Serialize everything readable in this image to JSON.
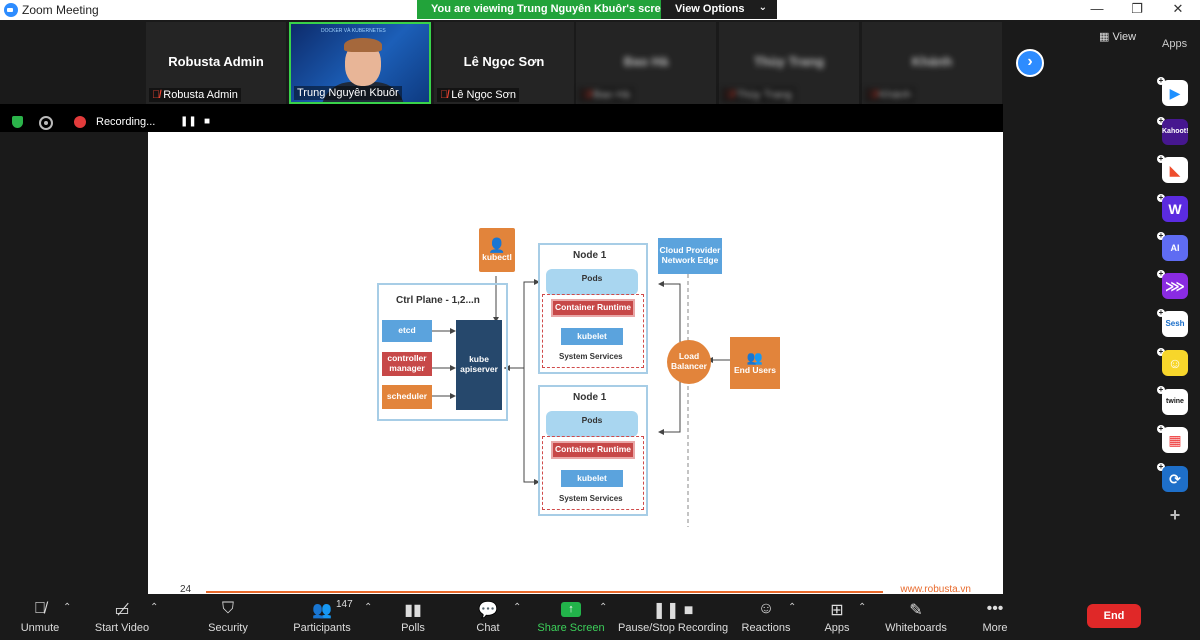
{
  "window": {
    "title": "Zoom Meeting"
  },
  "banner": {
    "message": "You are viewing Trung Nguyên Kbuôr's screen",
    "options_label": "View Options"
  },
  "gallery": {
    "participants": [
      {
        "name": "Robusta Admin",
        "tag": "Robusta Admin",
        "muted": true
      },
      {
        "name": "",
        "tag": "Trung Nguyên Kbuôr",
        "muted": false,
        "video": true,
        "video_banner": "DOCKER VÀ KUBERNETES"
      },
      {
        "name": "Lê Ngọc Sơn",
        "tag": "Lê Ngọc Sơn",
        "muted": true
      },
      {
        "name": "Bao Hà",
        "tag": "Bao Hà",
        "muted": true,
        "blurred": true
      },
      {
        "name": "Thùy Trang",
        "tag": "Thùy Trang",
        "muted": true,
        "blurred": true
      },
      {
        "name": "Khánh",
        "tag": "Khánh",
        "muted": true,
        "blurred": true
      }
    ],
    "view_label": "View",
    "apps_label": "Apps"
  },
  "recording": {
    "label": "Recording..."
  },
  "slide": {
    "page_number": "24",
    "website": "www.robusta.vn",
    "diagram": {
      "kubectl": "kubectl",
      "ctrl_plane": "Ctrl Plane - 1,2...n",
      "etcd": "etcd",
      "controller_manager": "controller manager",
      "scheduler": "scheduler",
      "apiserver": "kube apiserver",
      "node1_title": "Node 1",
      "node2_title": "Node 1",
      "pods": "Pods",
      "container_runtime": "Container Runtime",
      "kubelet": "kubelet",
      "system_services": "System Services",
      "cloud_edge": "Cloud Provider Network Edge",
      "load_balancer": "Load Balancer",
      "end_users": "End Users"
    }
  },
  "apps_panel": [
    "Kahoot!",
    "Sesh",
    "twine"
  ],
  "toolbar": {
    "unmute": "Unmute",
    "start_video": "Start Video",
    "security": "Security",
    "participants": "Participants",
    "participants_count": "147",
    "polls": "Polls",
    "chat": "Chat",
    "share_screen": "Share Screen",
    "pause_recording": "Pause/Stop Recording",
    "reactions": "Reactions",
    "apps": "Apps",
    "whiteboards": "Whiteboards",
    "more": "More",
    "end": "End"
  },
  "colors": {
    "accent": "#2d8cff",
    "banner": "#22a33a",
    "end": "#e02828",
    "brand_orange": "#e86a2c"
  }
}
